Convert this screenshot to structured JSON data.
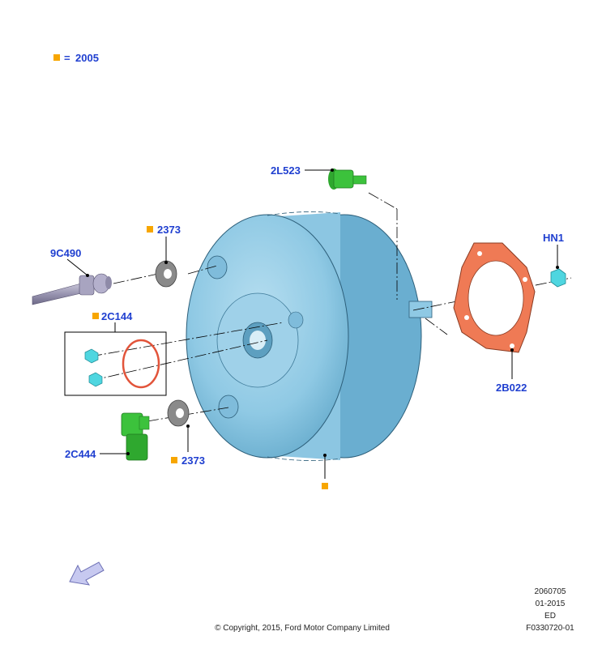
{
  "legend": {
    "equals": "=",
    "code": "2005",
    "color": "#f7a600"
  },
  "labels": {
    "l_2L523": "2L523",
    "l_HN1": "HN1",
    "l_2373a": "2373",
    "l_9C490": "9C490",
    "l_2C144": "2C144",
    "l_2B022": "2B022",
    "l_2C444": "2C444",
    "l_2373b": "2373"
  },
  "footer": {
    "code1": "2060705",
    "date": "01-2015",
    "ed": "ED",
    "figure": "F0330720-01",
    "copyright": "© Copyright, 2015, Ford Motor Company Limited"
  },
  "colors": {
    "label": "#1f3fd0",
    "booster": "#8fc9e4",
    "gasket": "#ef7a55",
    "green_part": "#3cc23c",
    "cyan_part": "#4fd6e0",
    "washer": "#8a8a8a",
    "marker": "#f7a600"
  },
  "icons": {
    "view_arrow": "direction-arrow-icon"
  }
}
